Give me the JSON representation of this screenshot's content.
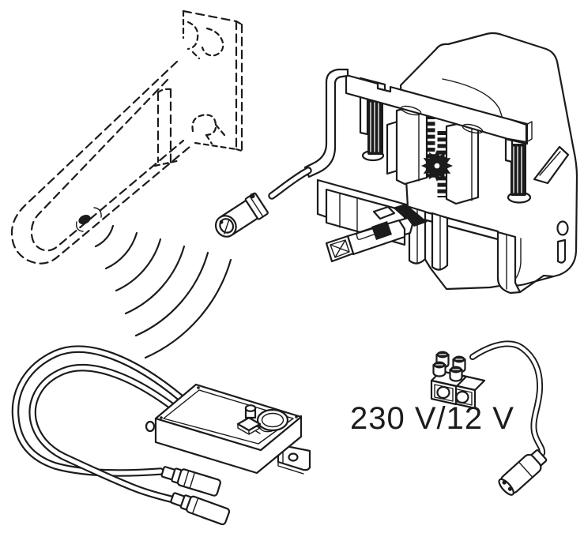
{
  "page": {
    "background": "#ffffff",
    "line_color": "#1b1b1b"
  },
  "labels": {
    "power_rating": "230 V/12 V"
  },
  "components": {
    "support_rail": {
      "icon": "folding-support-rail-icon",
      "style": "dashed-phantom-outline",
      "parts": [
        "wall-bracket",
        "rail-arm-loop",
        "remote-button"
      ]
    },
    "radio_waves": {
      "icon": "radio-signal-waves-icon",
      "arc_count": 6
    },
    "actuator": {
      "icon": "flush-actuator-icon",
      "parts": [
        "motor-housing",
        "mounting-frame",
        "clamp-bar",
        "spring-rods",
        "rack-and-pinion-gear",
        "cable-connector",
        "square-plug"
      ]
    },
    "receiver": {
      "icon": "receiver-control-box-icon",
      "parts": [
        "housing-box",
        "setting-knob",
        "pairing-button",
        "mounting-tab",
        "cable-loop-1",
        "cable-loop-2",
        "plug-connector-1",
        "plug-connector-2"
      ]
    },
    "power_supply": {
      "icon": "power-supply-icon",
      "label": "230 V/12 V",
      "parts": [
        "screw-terminal-block",
        "supply-cable",
        "barrel-connector"
      ]
    }
  }
}
